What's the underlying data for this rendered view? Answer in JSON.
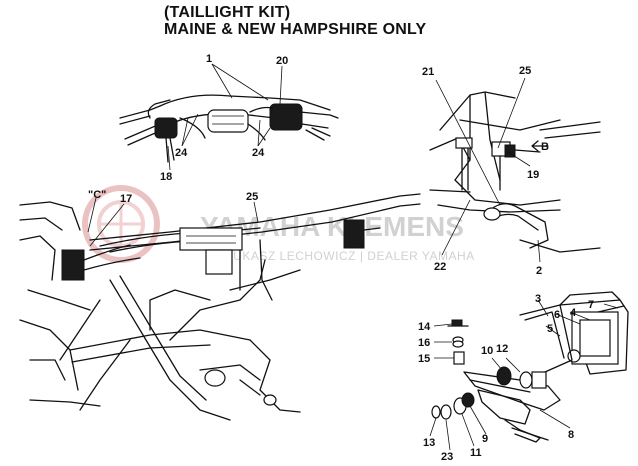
{
  "header": {
    "line1": "(TAILLIGHT KIT)",
    "line2": "MAINE & NEW HAMPSHIRE ONLY"
  },
  "watermark": {
    "brand": "YAMAHA KLEMENS",
    "subtitle": "ŁUKASZ LECHOWICZ | DEALER YAMAHA"
  },
  "handlebar_callouts": {
    "c1": "1",
    "c20": "20",
    "c24a": "24",
    "c24b": "24",
    "c18": "18"
  },
  "rear_callouts": {
    "c21": "21",
    "c25": "25",
    "c19": "19",
    "c22": "22",
    "c2": "2",
    "arrow_label": "B"
  },
  "frame_callouts": {
    "cC": "\"C\"",
    "c17": "17",
    "c25": "25"
  },
  "kit_callouts": {
    "c3": "3",
    "c6": "6",
    "c4": "4",
    "c7": "7",
    "c5": "5",
    "c14": "14",
    "c16": "16",
    "c15": "15",
    "c10": "10",
    "c12": "12",
    "c13": "13",
    "c23": "23",
    "c11": "11",
    "c9": "9",
    "c8": "8"
  }
}
